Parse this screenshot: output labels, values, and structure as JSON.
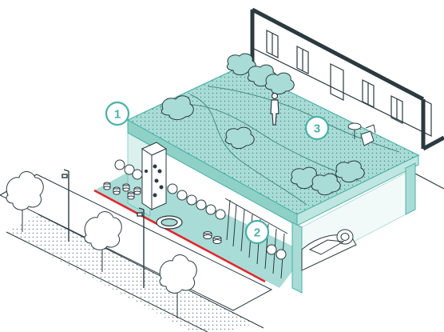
{
  "diagram": {
    "colors": {
      "accent": "#4ab1a6",
      "fill": "#a9dcd6",
      "fill_light": "#cfeeea",
      "outline": "#2b3a40",
      "red_line": "#e0282e"
    },
    "callouts": [
      {
        "label": "1"
      },
      {
        "label": "2"
      },
      {
        "label": "3"
      }
    ]
  }
}
